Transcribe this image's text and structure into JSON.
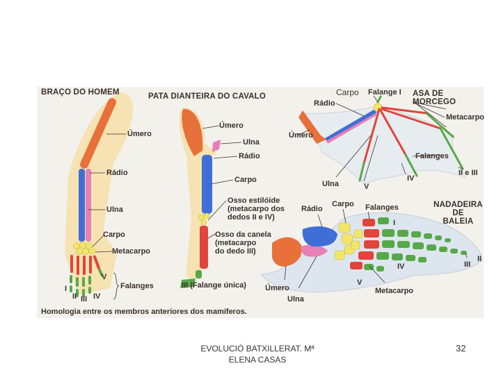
{
  "figure": {
    "human": {
      "title": "BRAÇO DO HOMEM",
      "umero": "Úmero",
      "radio": "Rádio",
      "ulna": "Ulna",
      "carpo": "Carpo",
      "metacarpo": "Metacarpo",
      "falanges": "Falanges",
      "d1": "I",
      "d2": "II",
      "d3": "III",
      "d4": "IV",
      "d5": "V"
    },
    "horse": {
      "title": "PATA DIANTEIRA DO CAVALO",
      "umero": "Úmero",
      "ulna": "Ulna",
      "radio": "Rádio",
      "carpo": "Carpo",
      "estiloide": "Osso estilóide\n(metacarpo dos\ndedos II e IV)",
      "canela": "Osso da canela\n(metacarpo\ndo dedo III)",
      "falange": "III (Falange única)"
    },
    "bat": {
      "title": "ASA DE MORCEGO",
      "carpo": "Carpo",
      "falange1": "Falange I",
      "radio": "Rádio",
      "metacarpo": "Metacarpo",
      "umero": "Úmero",
      "falanges": "Falanges",
      "ulna": "Ulna",
      "d5": "V",
      "d4": "IV",
      "d23": "II e III"
    },
    "whale": {
      "title": "NADADEIRA\nDE\nBALEIA",
      "radio": "Rádio",
      "carpo": "Carpo",
      "falanges": "Falanges",
      "d1": "I",
      "d2": "II",
      "d3": "III",
      "d4": "IV",
      "d5": "V",
      "umero": "Úmero",
      "ulna": "Ulna",
      "metacarpo": "Metacarpo"
    },
    "caption": "Homologia entre os membros anteriores dos mamíferos."
  },
  "footer": {
    "text": "EVOLUCIÓ BATXILLERAT. Mª\nELENA CASAS",
    "page_number": "32"
  },
  "colors": {
    "humerus": "#e8703a",
    "radius": "#3f6fd6",
    "ulna": "#e77fb8",
    "carpus": "#f1e66a",
    "metacarpus": "#e0443a",
    "phalanges": "#58a84a",
    "skin": "#f6dfa8",
    "membrane": "#e6ecf0"
  }
}
